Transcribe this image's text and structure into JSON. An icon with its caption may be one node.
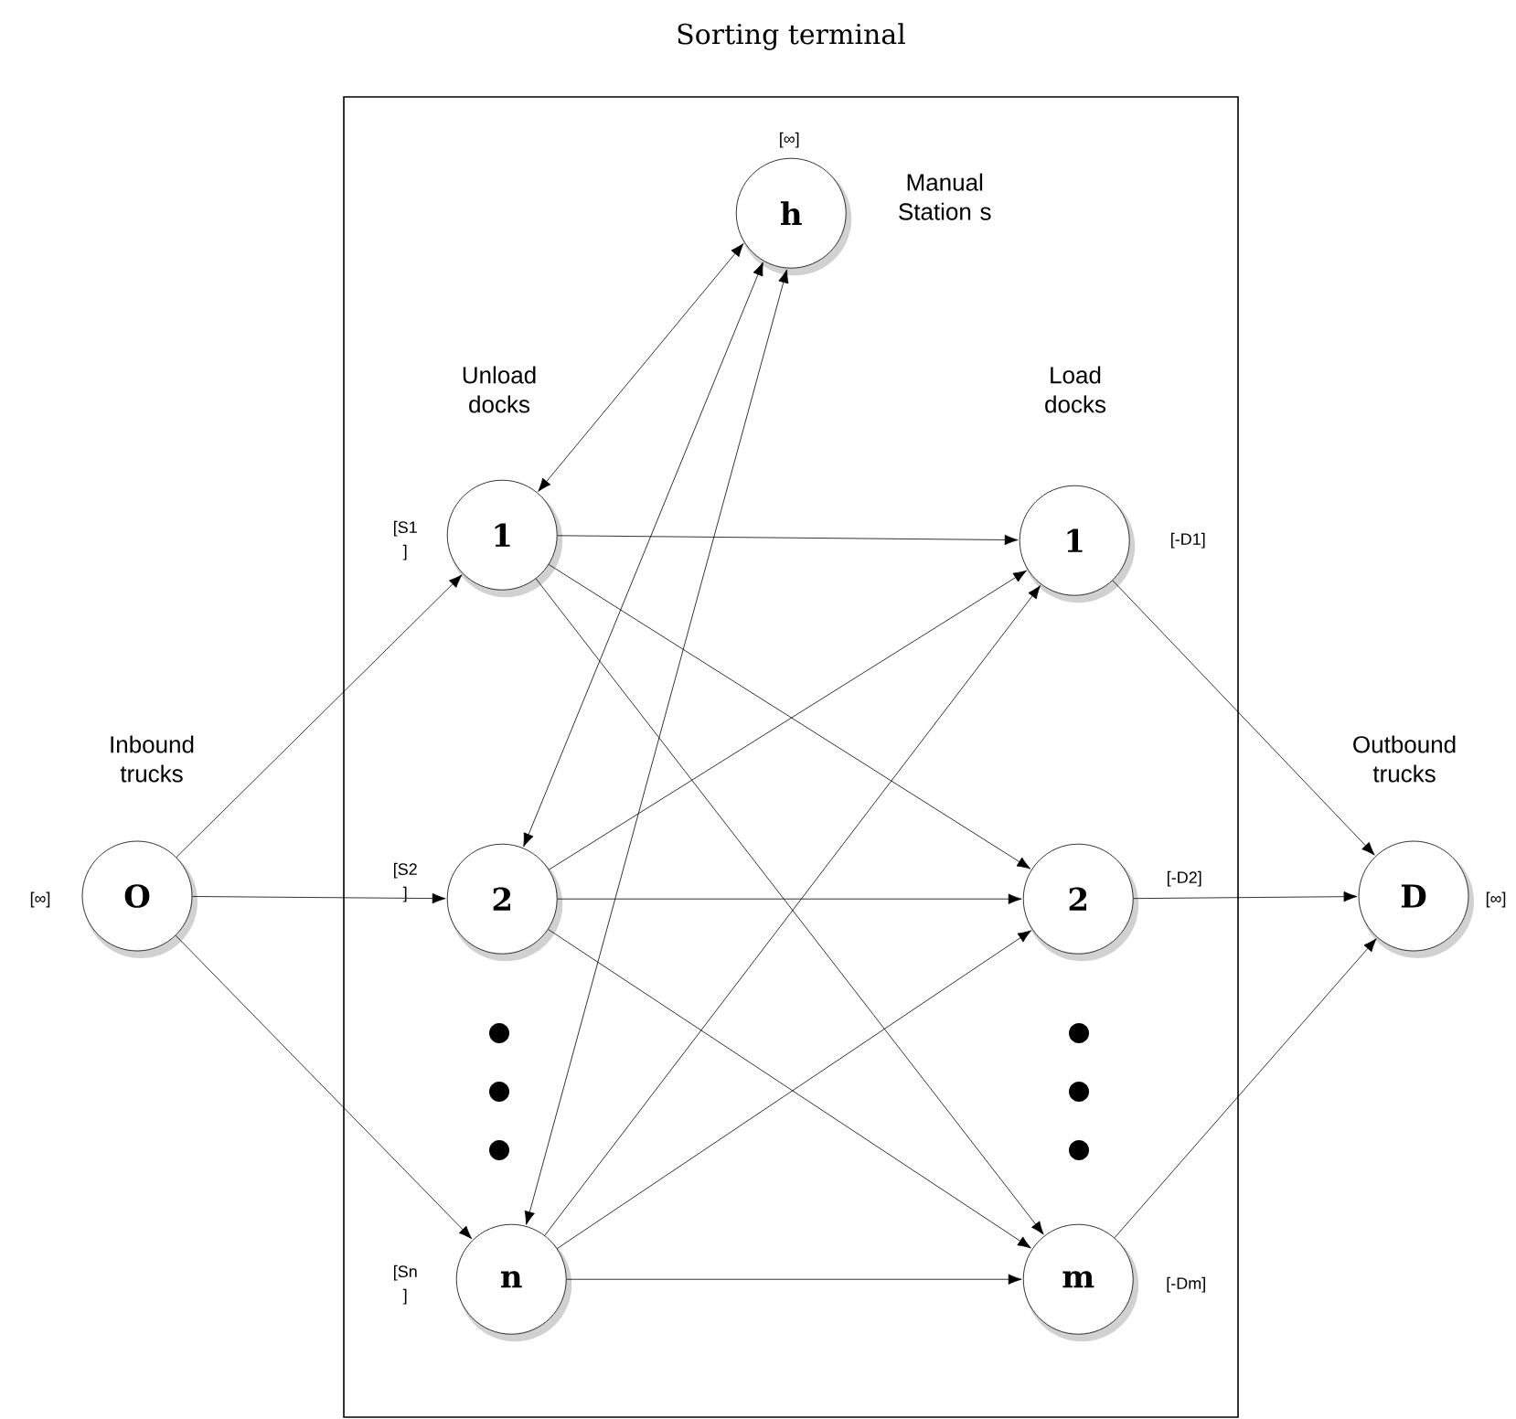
{
  "diagram": {
    "nodes": [
      {
        "text": [
          "Sorting terminal"
        ]
      },
      {
        "text": [
          "O"
        ],
        "beside": [
          "Inbound trucks",
          "[∞]"
        ]
      },
      {
        "text": [
          "h"
        ],
        "beside": [
          "[∞]",
          "Manual Station s"
        ],
        "in": 0
      },
      {
        "text": [
          "1"
        ],
        "beside": [
          "[S1 ]"
        ],
        "in": 0
      },
      {
        "text": [
          "2"
        ],
        "beside": [
          "[S2 ]"
        ],
        "in": 0
      },
      {
        "text": [
          "n"
        ],
        "beside": [
          "[Sn ]"
        ],
        "in": 0
      },
      {
        "text": [
          "1"
        ],
        "beside": [
          "[-D1]"
        ],
        "in": 0
      },
      {
        "text": [
          "2"
        ],
        "beside": [
          "[-D2]"
        ],
        "in": 0
      },
      {
        "text": [
          "m"
        ],
        "beside": [
          "[-Dm]"
        ],
        "in": 0
      },
      {
        "text": [
          "D"
        ],
        "beside": [
          "Outbound trucks",
          "[∞]"
        ]
      }
    ],
    "edges": [
      {
        "from": 1,
        "to": 3,
        "arrow": "to"
      },
      {
        "from": 1,
        "to": 4,
        "arrow": "to"
      },
      {
        "from": 1,
        "to": 5,
        "arrow": "to"
      },
      {
        "from": 3,
        "to": 2,
        "arrow": "both"
      },
      {
        "from": 4,
        "to": 2,
        "arrow": "both"
      },
      {
        "from": 5,
        "to": 2,
        "arrow": "both"
      },
      {
        "from": 3,
        "to": 6,
        "arrow": "to"
      },
      {
        "from": 3,
        "to": 7,
        "arrow": "to"
      },
      {
        "from": 3,
        "to": 8,
        "arrow": "to"
      },
      {
        "from": 4,
        "to": 6,
        "arrow": "to"
      },
      {
        "from": 4,
        "to": 7,
        "arrow": "to"
      },
      {
        "from": 4,
        "to": 8,
        "arrow": "to"
      },
      {
        "from": 5,
        "to": 6,
        "arrow": "to"
      },
      {
        "from": 5,
        "to": 7,
        "arrow": "to"
      },
      {
        "from": 5,
        "to": 8,
        "arrow": "to"
      },
      {
        "from": 6,
        "to": 9,
        "arrow": "to"
      },
      {
        "from": 7,
        "to": 9,
        "arrow": "to"
      },
      {
        "from": 8,
        "to": 9,
        "arrow": "to"
      }
    ],
    "labels": [
      "Unload docks",
      "Load docks"
    ]
  }
}
